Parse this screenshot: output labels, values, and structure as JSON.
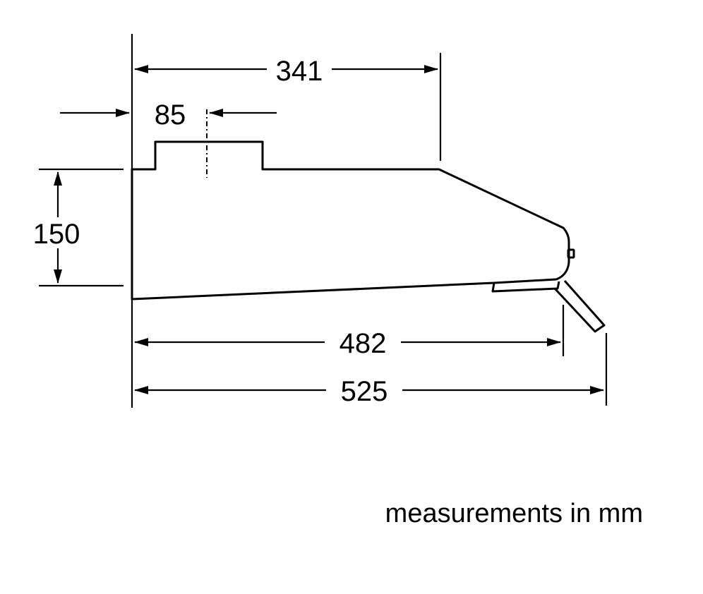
{
  "dimensions": {
    "overall_width": "341",
    "outlet_offset": "85",
    "height": "150",
    "body_depth": "482",
    "total_depth": "525"
  },
  "note": "measurements in mm"
}
